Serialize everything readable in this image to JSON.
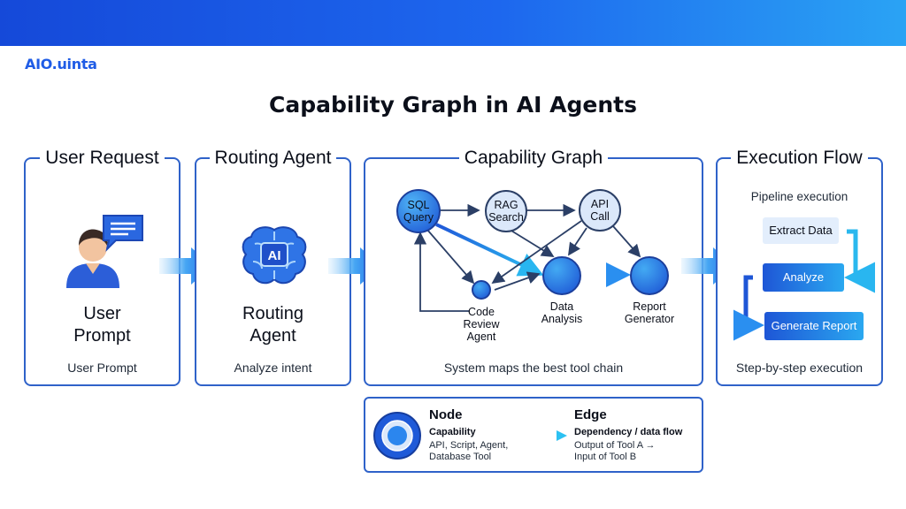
{
  "brand": {
    "logo_text": "AIO.uinta"
  },
  "title": "Capability Graph in AI Agents",
  "panels": {
    "user_request": {
      "heading": "User Request",
      "label_line1": "User",
      "label_line2": "Prompt",
      "caption": "User Prompt"
    },
    "routing_agent": {
      "heading": "Routing Agent",
      "badge": "AI",
      "label_line1": "Routing",
      "label_line2": "Agent",
      "caption": "Analyze intent"
    },
    "capability_graph": {
      "heading": "Capability Graph",
      "caption": "System maps the best tool chain",
      "nodes": {
        "sql_query": {
          "line1": "SQL",
          "line2": "Query"
        },
        "rag_search": {
          "line1": "RAG",
          "line2": "Search"
        },
        "api_call": {
          "line1": "API",
          "line2": "Call"
        },
        "code_review": {
          "line1": "Code",
          "line2": "Review",
          "line3": "Agent"
        },
        "data_analysis": {
          "line1": "Data",
          "line2": "Analysis"
        },
        "report_generator": {
          "line1": "Report",
          "line2": "Generator"
        }
      }
    },
    "execution_flow": {
      "heading": "Execution Flow",
      "subheading": "Pipeline execution",
      "steps": [
        "Extract Data",
        "Analyze",
        "Generate Report"
      ],
      "caption": "Step-by-step execution"
    }
  },
  "legend": {
    "node": {
      "title": "Node",
      "subtitle": "Capability",
      "line1": "API, Script, Agent,",
      "line2": "Database Tool"
    },
    "edge": {
      "title": "Edge",
      "subtitle": "Dependency / data flow",
      "line1": "Output of Tool A →",
      "line2": "Input of Tool B"
    }
  },
  "colors": {
    "accent_dark": "#1e56d6",
    "accent_light": "#2ab0f0",
    "panel_border": "#2f62c9",
    "node_pale": "#dbe8fa",
    "step_pale": "#e3eefc"
  }
}
